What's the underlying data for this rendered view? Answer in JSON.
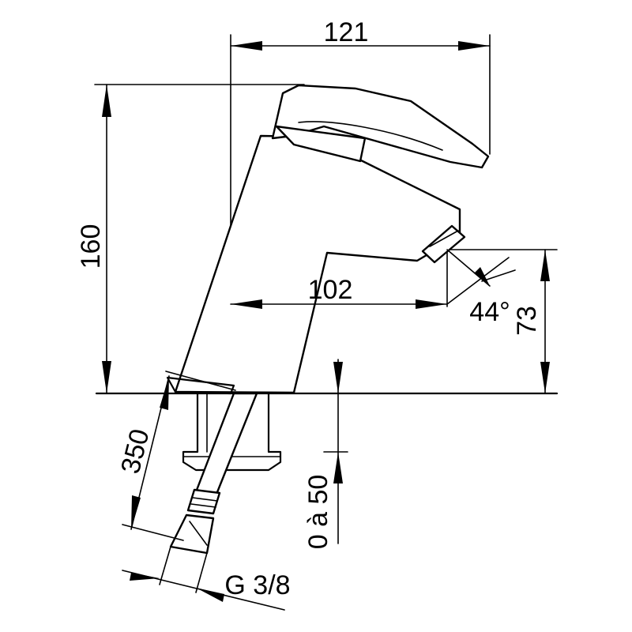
{
  "dimensions": {
    "width_top": "121",
    "height_total": "160",
    "spout_reach": "102",
    "spout_height": "73",
    "spout_angle": "44°",
    "hose_length": "350",
    "deck_thickness": "0 à 50",
    "connection_thread": "G 3/8"
  }
}
